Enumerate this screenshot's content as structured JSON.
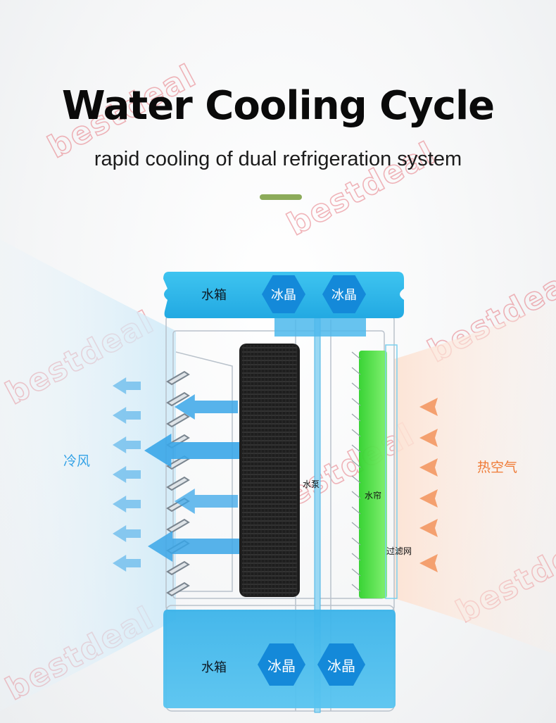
{
  "header": {
    "title": "Water Cooling Cycle",
    "subtitle": "rapid cooling of dual refrigeration system"
  },
  "colors": {
    "accent_bar": "#8cab5a",
    "tank": "#2fb6e8",
    "hex_badge": "#1489d9",
    "cold_air": "#3aa6e8",
    "hot_air": "#f2874a",
    "cold_label": "#36a3e6",
    "hot_label": "#ef7a35",
    "filter": "#3fe03a",
    "fan": "#1e1e1e",
    "watermark": "#e67882"
  },
  "diagram": {
    "top_tank": {
      "label": "水箱",
      "badges": [
        "冰晶",
        "冰晶"
      ]
    },
    "bottom_tank": {
      "label": "水箱",
      "badges": [
        "冰晶",
        "冰晶"
      ]
    },
    "labels": {
      "cold_air": "冷风",
      "hot_air": "热空气",
      "water_pump": "水泵",
      "water_curtain": "水帘",
      "filter": "过滤网"
    },
    "icons": [
      "cold-air-arrow-icon",
      "hot-air-arrow-icon",
      "fan-icon",
      "ice-crystal-hex-icon"
    ]
  },
  "watermark": {
    "text": "bestdeal"
  }
}
